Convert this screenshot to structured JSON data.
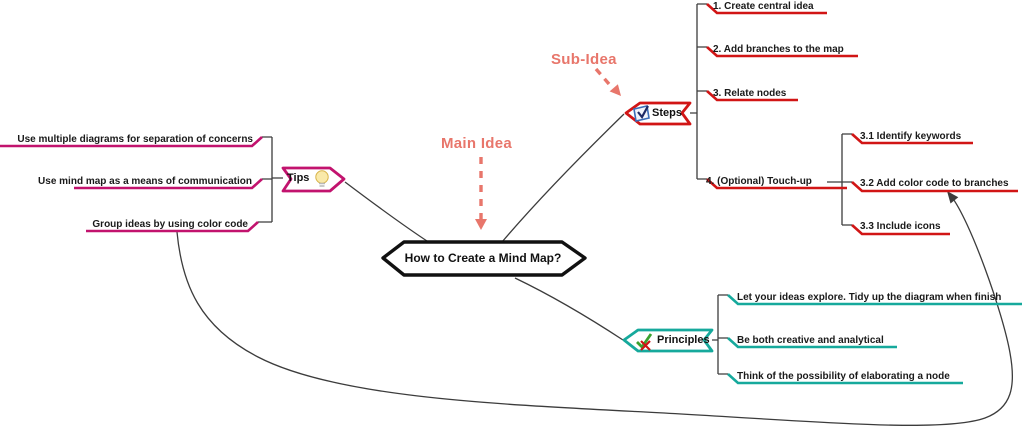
{
  "central_node": {
    "label": "How to Create a Mind Map?"
  },
  "annotations": {
    "main_idea": {
      "label": "Main Idea",
      "color": "#e8766b"
    },
    "sub_idea": {
      "label": "Sub-Idea",
      "color": "#e8766b"
    }
  },
  "branches": {
    "tips": {
      "label": "Tips",
      "icon": "lightbulb-icon",
      "color": "#c2136e",
      "children": [
        "Use multiple diagrams for separation of concerns",
        "Use mind map as a means of communication",
        "Group ideas by using color code"
      ]
    },
    "steps": {
      "label": "Steps",
      "icon": "checkbox-icon",
      "color": "#d11515",
      "children": [
        "1. Create central idea",
        "2. Add branches to the map",
        "3. Relate nodes",
        "4. (Optional) Touch-up"
      ],
      "sub_children": [
        "3.1 Identify keywords",
        "3.2 Add color code to branches",
        "3.3 Include icons"
      ]
    },
    "principles": {
      "label": "Principles",
      "icon": "check-cross-icon",
      "color": "#16a99c",
      "children": [
        "Let your ideas explore. Tidy up the diagram when finish",
        "Be both creative and analytical",
        "Think of the possibility of elaborating a node"
      ]
    }
  },
  "cross_link": {
    "from": "Group ideas by using color code",
    "to": "3.2 Add color code to branches"
  }
}
